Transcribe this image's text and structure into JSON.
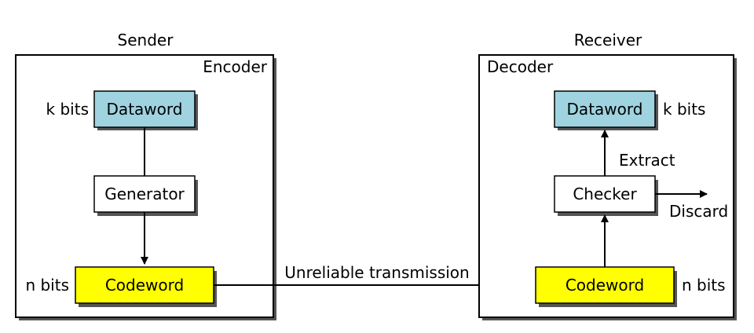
{
  "sender": {
    "title": "Sender",
    "panel_label": "Encoder",
    "dataword": "Dataword",
    "dataword_size": "k bits",
    "generator": "Generator",
    "codeword": "Codeword",
    "codeword_size": "n bits"
  },
  "receiver": {
    "title": "Receiver",
    "panel_label": "Decoder",
    "dataword": "Dataword",
    "dataword_size": "k bits",
    "checker": "Checker",
    "codeword": "Codeword",
    "codeword_size": "n bits",
    "extract_label": "Extract",
    "discard_label": "Discard"
  },
  "channel": {
    "label": "Unreliable transmission"
  },
  "colors": {
    "dataword_fill": "#9fd3e0",
    "codeword_fill": "#ffff00",
    "plain_fill": "#ffffff",
    "stroke": "#000000",
    "shadow": "#555555"
  }
}
